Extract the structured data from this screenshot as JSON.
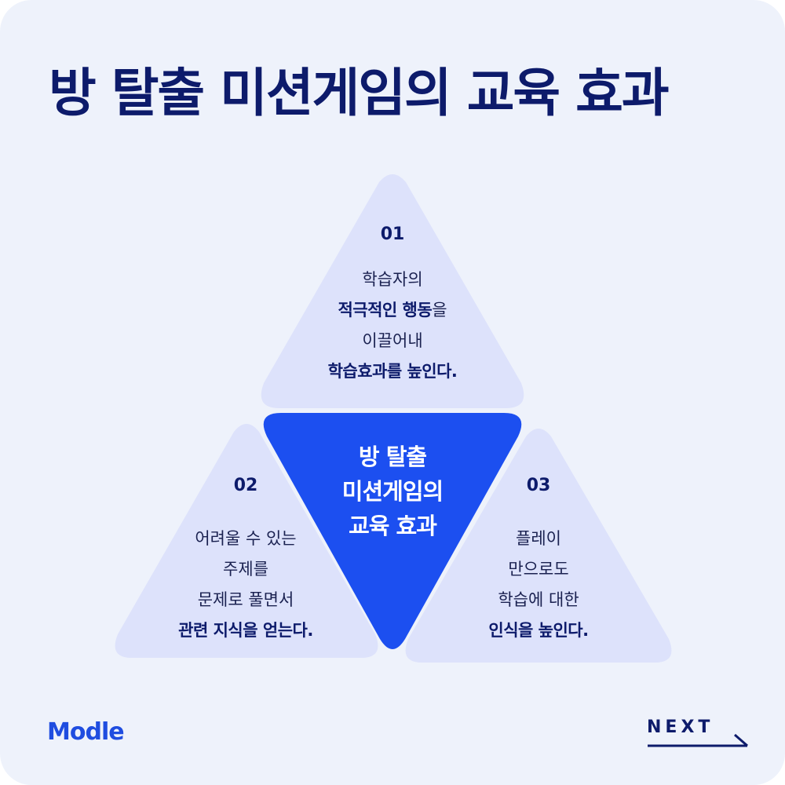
{
  "title": "방 탈출 미션게임의 교육 효과",
  "center": {
    "lines": [
      "방 탈출",
      "미션게임의",
      "교육 효과"
    ]
  },
  "items": [
    {
      "number": "01",
      "lines": [
        {
          "text": "학습자의",
          "bold": false
        },
        {
          "text": "적극적인 행동",
          "bold": true,
          "suffix": "을"
        },
        {
          "text": "이끌어내",
          "bold": false
        },
        {
          "text": "학습효과를 높인다.",
          "bold": true
        }
      ]
    },
    {
      "number": "02",
      "lines": [
        {
          "text": "어려울 수 있는",
          "bold": false
        },
        {
          "text": "주제를",
          "bold": false
        },
        {
          "text": "문제로 풀면서",
          "bold": false
        },
        {
          "text": "관련 지식을 얻는다.",
          "bold": true
        }
      ]
    },
    {
      "number": "03",
      "lines": [
        {
          "text": "플레이",
          "bold": false
        },
        {
          "text": "만으로도",
          "bold": false
        },
        {
          "text": "학습에 대한",
          "bold": false
        },
        {
          "text": "인식을 높인다.",
          "bold": true
        }
      ]
    }
  ],
  "brand": {
    "logo_text": "Modle"
  },
  "nav": {
    "next_label": "NEXT",
    "icon": "arrow-right-icon"
  },
  "colors": {
    "background": "#eef2fb",
    "triangle_light": "#dde2fb",
    "triangle_center": "#1c4ff0",
    "title": "#0d1b6b",
    "brand": "#1f4de0"
  }
}
